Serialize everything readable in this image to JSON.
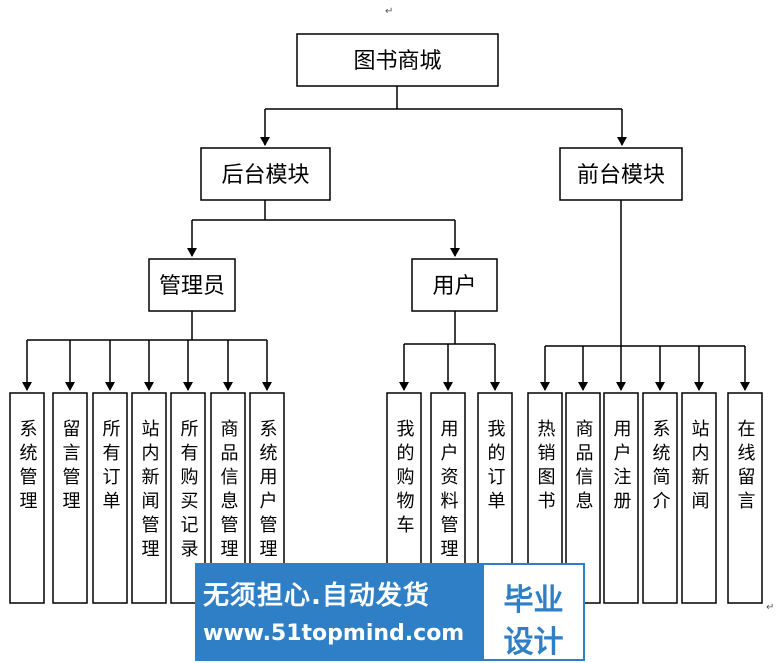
{
  "diagram": {
    "root": "图书商城",
    "modules": {
      "backend": "后台模块",
      "frontend": "前台模块"
    },
    "roles": {
      "admin": "管理员",
      "user": "用户"
    },
    "admin_functions": [
      "系统管理",
      "留言管理",
      "所有订单",
      "站内新闻管理",
      "所有购买记录",
      "商品信息管理",
      "系统用户管理"
    ],
    "user_functions": [
      "我的购物车",
      "用户资料管理",
      "我的订单"
    ],
    "frontend_functions": [
      "热销图书",
      "商品信息",
      "用户注册",
      "系统简介",
      "站内新闻",
      "在线留言"
    ]
  },
  "paragraph_mark": "↵",
  "watermark": {
    "line1": "无须担心.自动发货",
    "line2": "www.51topmind.com",
    "badge_line1": "毕业",
    "badge_line2": "设计",
    "color": "#2f7fc6"
  }
}
